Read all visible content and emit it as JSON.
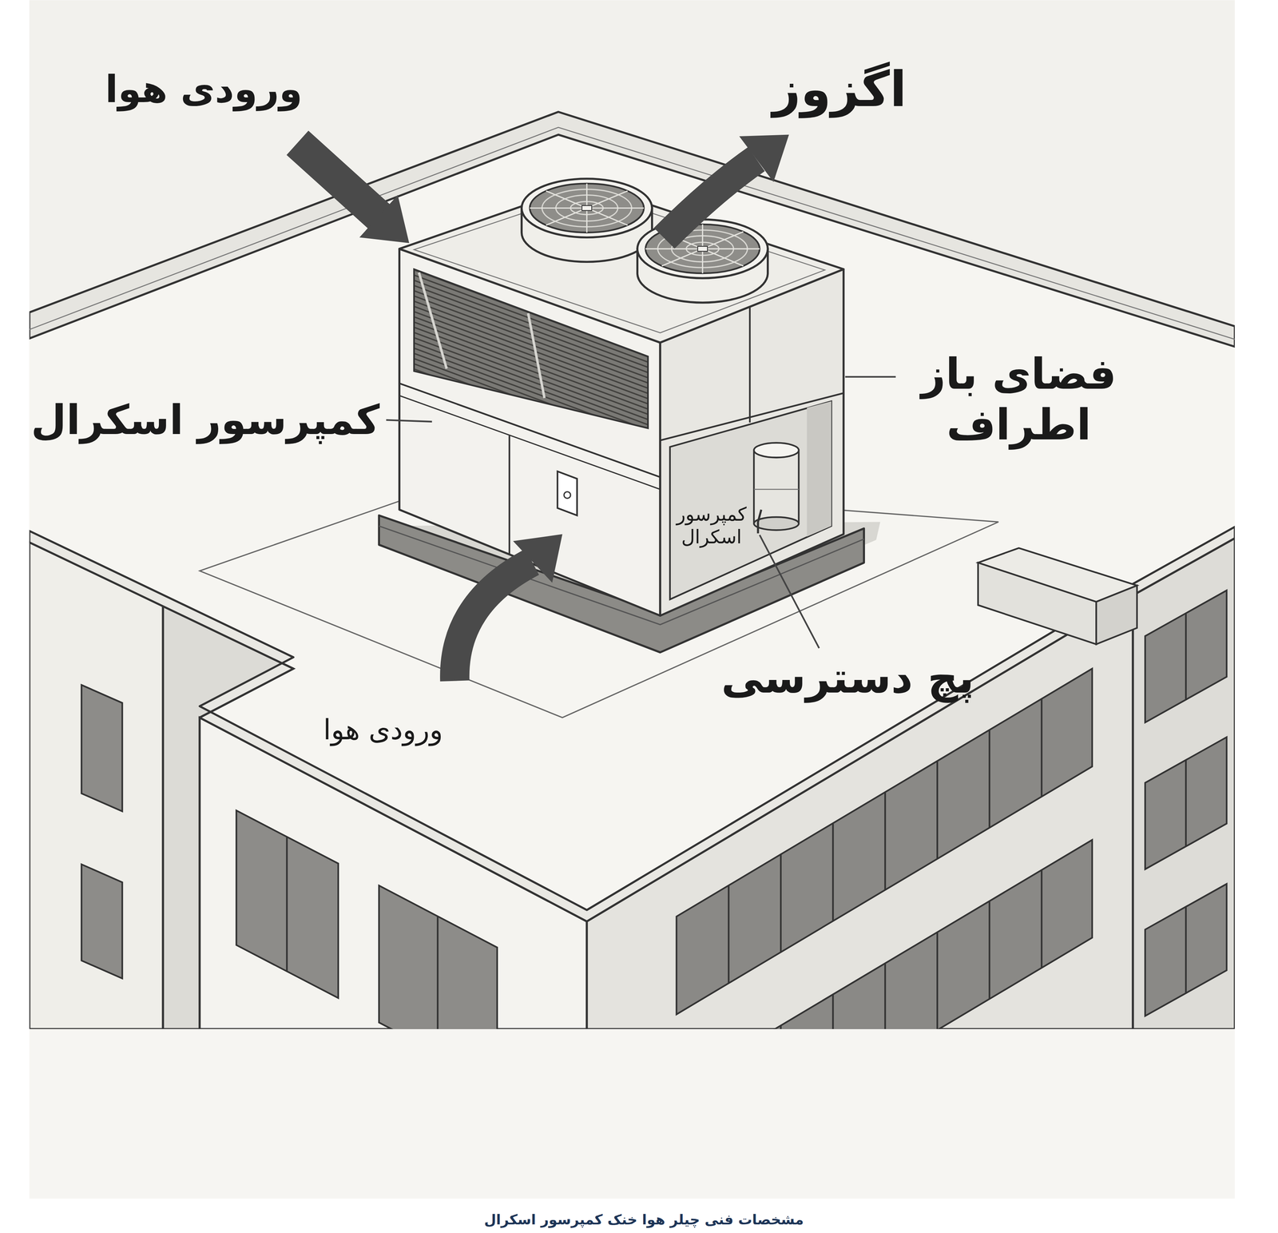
{
  "diagram": {
    "caption": "مشخصات فنی چیلر هوا خنک کمپرسور اسکرال",
    "labels": [
      "ورودی هوا",
      "اگزوز",
      "کمپرسور اسکرال",
      "فضای باز اطراف",
      "کمپرسور اسکرال",
      "پچ دسترسی",
      "ورودی هوا"
    ]
  }
}
